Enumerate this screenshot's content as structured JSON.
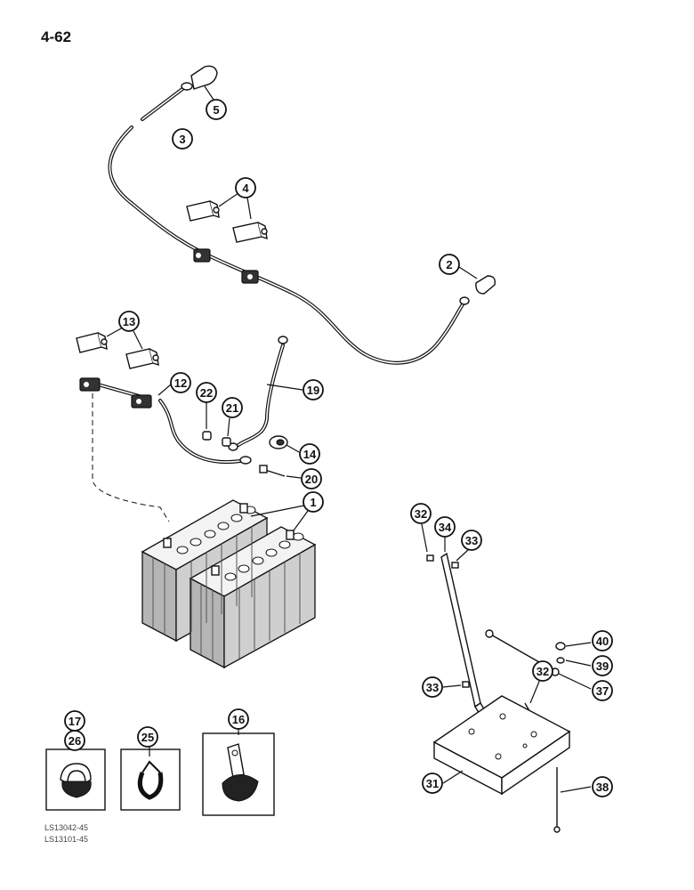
{
  "page_number": "4-62",
  "callouts": {
    "c1": "1",
    "c2": "2",
    "c3": "3",
    "c4": "4",
    "c5": "5",
    "c12": "12",
    "c13": "13",
    "c14": "14",
    "c16": "16",
    "c17": "17",
    "c19": "19",
    "c20": "20",
    "c21": "21",
    "c22": "22",
    "c25": "25",
    "c26": "26",
    "c31": "31",
    "c32a": "32",
    "c32b": "32",
    "c33a": "33",
    "c33b": "33",
    "c34": "34",
    "c37": "37",
    "c38": "38",
    "c39": "39",
    "c40": "40"
  },
  "footer_refs": [
    "LS13042-45",
    "LS13101-45"
  ]
}
